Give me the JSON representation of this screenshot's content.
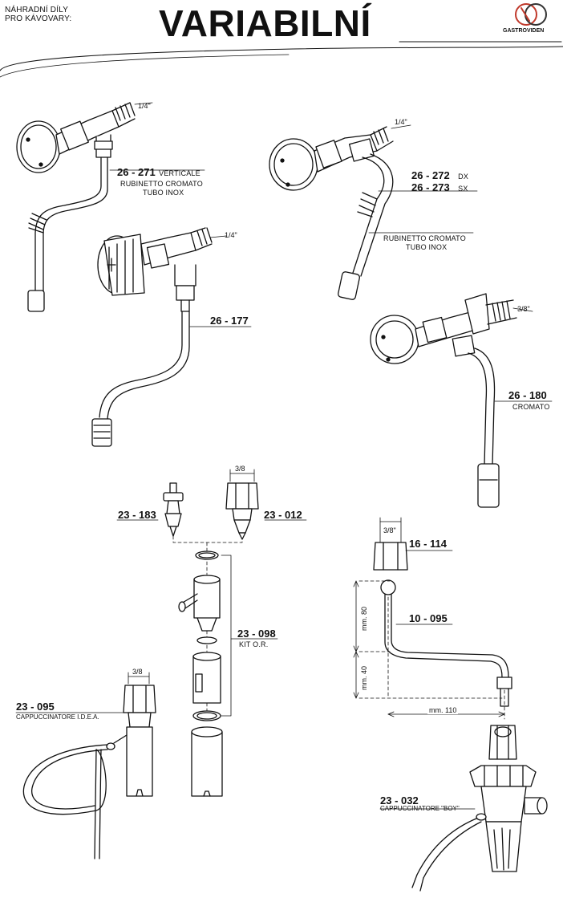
{
  "header": {
    "line1": "NÁHRADNÍ DÍLY",
    "line2": "PRO KÁVOVARY:",
    "title": "VARIABILNÍ",
    "logo_text": "GASTROVIDEN"
  },
  "parts": {
    "p26_271": {
      "code": "26 - 271",
      "note": "VERTICALE",
      "line2": "RUBINETTO CROMATO",
      "line3": "TUBO INOX",
      "thread": "1/4\""
    },
    "p26_272": {
      "code": "26 - 272",
      "side": "DX",
      "thread": "1/4\""
    },
    "p26_273": {
      "code": "26 - 273",
      "side": "SX",
      "line2": "RUBINETTO CROMATO",
      "line3": "TUBO INOX"
    },
    "p26_177": {
      "code": "26 - 177",
      "thread": "1/4\""
    },
    "p26_180": {
      "code": "26 - 180",
      "line2": "CROMATO",
      "thread": "3/8\""
    },
    "p23_183": {
      "code": "23 - 183"
    },
    "p23_012": {
      "code": "23 - 012",
      "thread": "3/8"
    },
    "p23_098": {
      "code": "23 - 098",
      "line2": "KIT O.R."
    },
    "p23_095": {
      "code": "23 - 095",
      "line2": "CAPPUCCINATORE  I.D.E.A.",
      "thread": "3/8"
    },
    "p16_114": {
      "code": "16 - 114",
      "thread": "3/8\""
    },
    "p10_095": {
      "code": "10 - 095",
      "dim_v1": "mm. 80",
      "dim_v2": "mm. 40",
      "dim_h": "mm. 110"
    },
    "p23_032": {
      "code": "23 - 032",
      "line2": "CAPPUCCINATORE \"BOY\""
    }
  }
}
